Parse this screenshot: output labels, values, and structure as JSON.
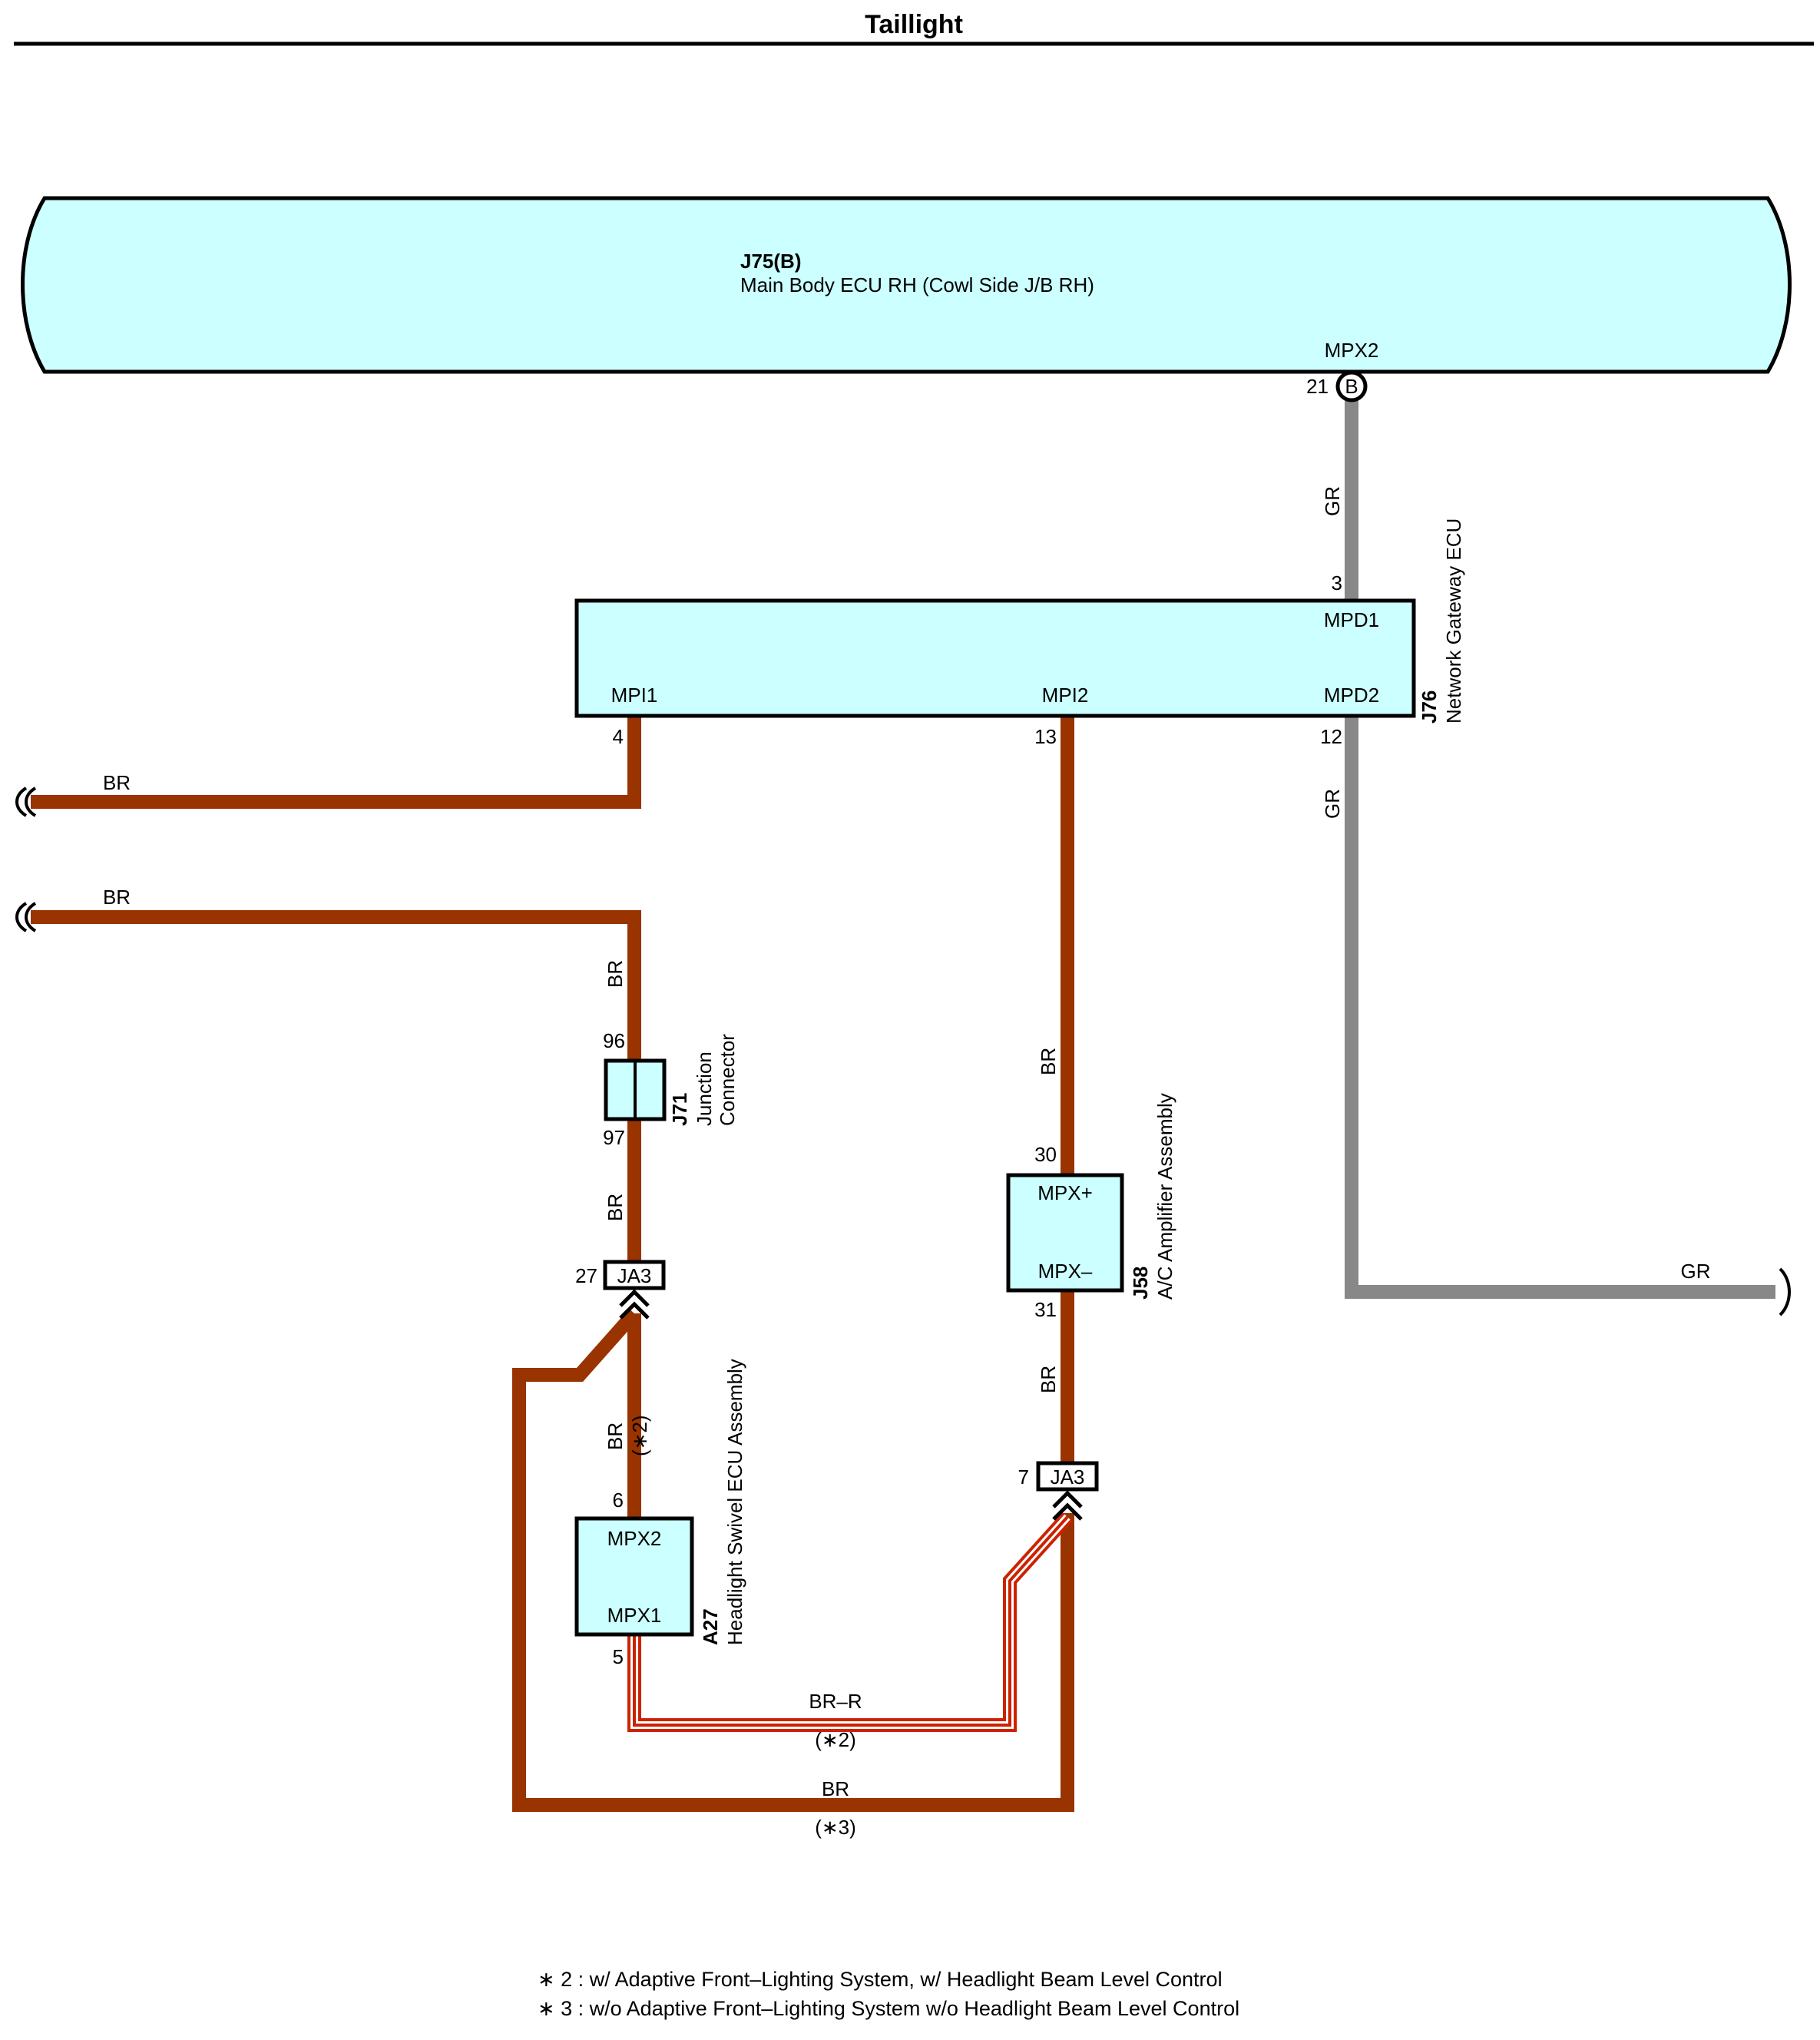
{
  "title": "Taillight",
  "colors": {
    "component_fill": "#ccffff",
    "wire_br": "#993300",
    "wire_gr": "#888888",
    "wire_br_r_outer": "#cc2200",
    "wire_br_r_inner": "#ffffff"
  },
  "components": {
    "main_body_ecu": {
      "code": "J75(B)",
      "name": "Main Body ECU RH (Cowl Side J/B RH)",
      "pin_name": "MPX2",
      "pin_num": "21",
      "connector": "B"
    },
    "gateway": {
      "code": "J76",
      "name": "Network Gateway ECU",
      "mpd1": "MPD1",
      "mpd1_pin": "3",
      "mpd2": "MPD2",
      "mpd2_pin": "12",
      "mpi1": "MPI1",
      "mpi1_pin": "4",
      "mpi2": "MPI2",
      "mpi2_pin": "13"
    },
    "junction": {
      "code": "J71",
      "name1": "Junction",
      "name2": "Connector",
      "pin_top": "96",
      "pin_bottom": "97"
    },
    "ac_amp": {
      "code": "J58",
      "name": "A/C Amplifier Assembly",
      "mpx_plus": "MPX+",
      "mpx_minus": "MPX–",
      "pin_top": "30",
      "pin_bottom": "31"
    },
    "headlight_ecu": {
      "code": "A27",
      "name": "Headlight Swivel ECU Assembly",
      "mpx2": "MPX2",
      "mpx1": "MPX1",
      "pin_top": "6",
      "pin_bottom": "5"
    },
    "ja3_left": {
      "code": "JA3",
      "pin": "27"
    },
    "ja3_right": {
      "code": "JA3",
      "pin": "7"
    }
  },
  "wire_labels": {
    "gr": "GR",
    "br": "BR",
    "br_r": "BR–R",
    "cond2": "(∗2)",
    "cond3": "(∗3)"
  },
  "notes": [
    "∗ 2 : w/ Adaptive Front–Lighting System,  w/ Headlight Beam Level Control",
    "∗ 3 : w/o Adaptive Front–Lighting System w/o Headlight Beam Level Control"
  ]
}
